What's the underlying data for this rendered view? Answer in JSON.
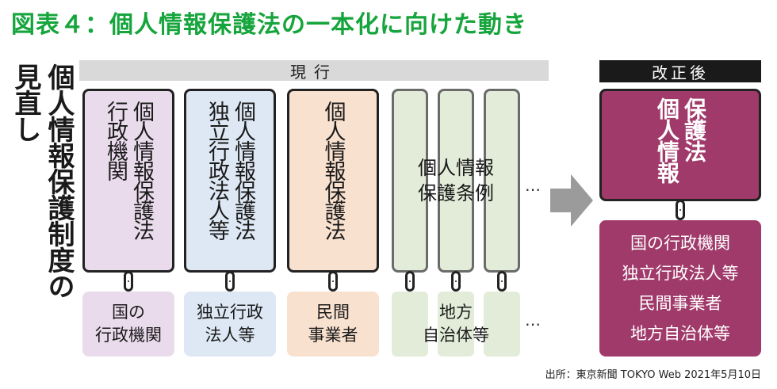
{
  "title": "図表４：個人情報保護法の一本化に向けた動き",
  "side_title": [
    "見直し",
    "個人情報保護制度の"
  ],
  "current_banner": "現行",
  "columns": [
    {
      "top": [
        "行政機関",
        "個人情報保護法"
      ],
      "bottom": [
        "国の",
        "行政機関"
      ],
      "color": "#eadbec"
    },
    {
      "top": [
        "独立行政法人等",
        "個人情報保護法"
      ],
      "bottom": [
        "独立行政",
        "法人等"
      ],
      "color": "#dde8f4"
    },
    {
      "top": [
        "個人情報保護法"
      ],
      "bottom": [
        "民間",
        "事業者"
      ],
      "color": "#f9e1cf"
    }
  ],
  "ordinances": {
    "label": [
      "個人情報",
      "保護条例"
    ],
    "bottom": [
      "地方",
      "自治体等"
    ]
  },
  "ellipsis": "…",
  "after_banner": "改正後",
  "after_top": [
    "個人情報",
    "保護法"
  ],
  "after_bottom": [
    "国の行政機関",
    "独立行政法人等",
    "民間事業者",
    "地方自治体等"
  ],
  "source": "出所：東京新聞 TOKYO Web 2021年5月10日",
  "colors": {
    "title_green": "#16a53c",
    "after_magenta": "#a03a6a",
    "ordinance_green": "#e3ecd9"
  }
}
